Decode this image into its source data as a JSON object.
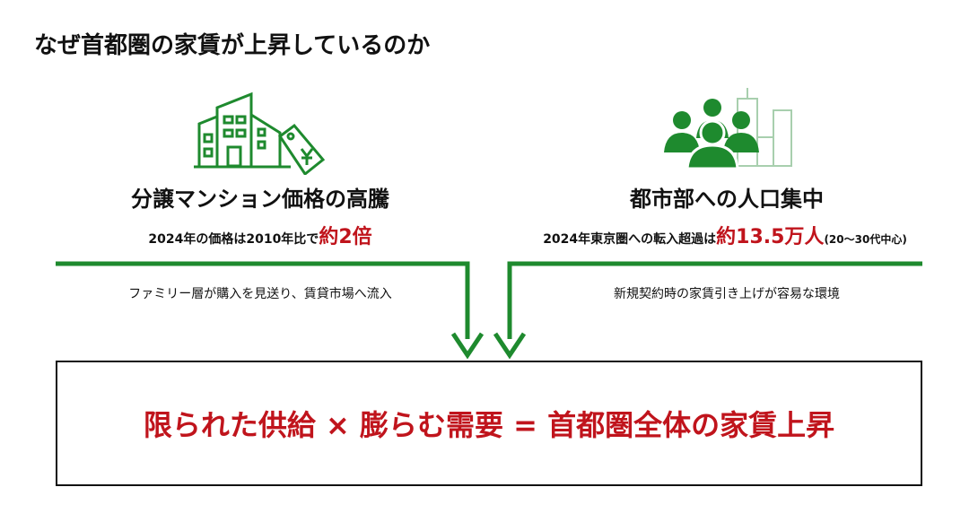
{
  "title": "なぜ首都圏の家賃が上昇しているのか",
  "colors": {
    "green": "#1e8a2e",
    "red": "#c0141c",
    "light_green": "#a8cfae"
  },
  "left": {
    "icon": "building-price-tag-icon",
    "heading": "分譲マンション価格の高騰",
    "sub_prefix": "2024年の価格は2010年比で",
    "sub_highlight": "約2倍",
    "note": "ファミリー層が購入を見送り、賃貸市場へ流入"
  },
  "right": {
    "icon": "people-city-icon",
    "heading": "都市部への人口集中",
    "sub_prefix": "2024年東京圏への転入超過は",
    "sub_highlight": "約13.5万人",
    "sub_suffix": "(20〜30代中心)",
    "note": "新規契約時の家賃引き上げが容易な環境"
  },
  "conclusion": "限られた供給 × 膨らむ需要 = 首都圏全体の家賃上昇"
}
